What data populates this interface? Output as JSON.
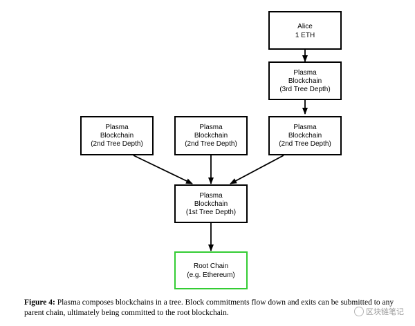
{
  "diagram": {
    "nodes": {
      "alice": [
        "Alice",
        "1 ETH"
      ],
      "depth3": [
        "Plasma",
        "Blockchain",
        "(3rd Tree Depth)"
      ],
      "depth2_a": [
        "Plasma",
        "Blockchain",
        "(2nd Tree Depth)"
      ],
      "depth2_b": [
        "Plasma",
        "Blockchain",
        "(2nd Tree Depth)"
      ],
      "depth2_c": [
        "Plasma",
        "Blockchain",
        "(2nd Tree Depth)"
      ],
      "depth1": [
        "Plasma",
        "Blockchain",
        "(1st Tree Depth)"
      ],
      "root": [
        "Root Chain",
        "(e.g. Ethereum)"
      ]
    },
    "edges": [
      [
        "alice",
        "depth3"
      ],
      [
        "depth3",
        "depth2_c"
      ],
      [
        "depth2_a",
        "depth1"
      ],
      [
        "depth2_b",
        "depth1"
      ],
      [
        "depth2_c",
        "depth1"
      ],
      [
        "depth1",
        "root"
      ]
    ],
    "colors": {
      "default_border": "#000000",
      "root_border": "#33cc33"
    }
  },
  "caption": {
    "label": "Figure 4:",
    "text": "Plasma composes blockchains in a tree. Block commitments flow down and exits can be submitted to any parent chain, ultimately being committed to the root blockchain."
  },
  "watermark": {
    "text": "区块链笔记"
  }
}
